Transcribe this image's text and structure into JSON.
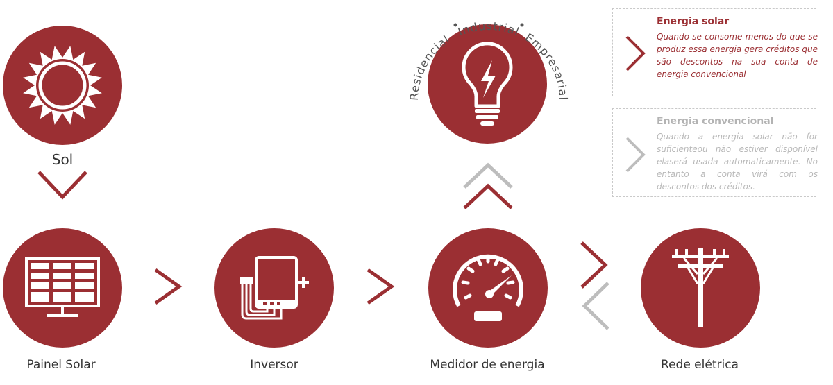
{
  "nodes": {
    "sun": {
      "label": "Sol",
      "icon": "sun-icon"
    },
    "panel": {
      "label": "Painel Solar",
      "icon": "solar-panel-icon"
    },
    "inverter": {
      "label": "Inversor",
      "icon": "inverter-icon"
    },
    "meter": {
      "label": "Medidor de energia",
      "icon": "speedometer-icon"
    },
    "grid": {
      "label": "Rede elétrica",
      "icon": "power-pole-icon"
    },
    "bulb": {
      "icon": "lightbulb-icon"
    }
  },
  "consumers": {
    "left": "Residencial",
    "top": "Industrial",
    "right": "Empresarial"
  },
  "legend": {
    "solar": {
      "title": "Energia solar",
      "description": "Quando se consome menos do que se produz essa energia gera créditos que são descontos na sua conta de energia convencional"
    },
    "conventional": {
      "title": "Energia convencional",
      "description": "Quando a energia solar não for suficienteou não estiver disponível elaserá usada automaticamente. No entanto a conta virá com os descontos dos créditos."
    }
  },
  "colors": {
    "primary": "#9b2f33",
    "secondary": "#bdbdbd",
    "label_text": "#333333"
  }
}
